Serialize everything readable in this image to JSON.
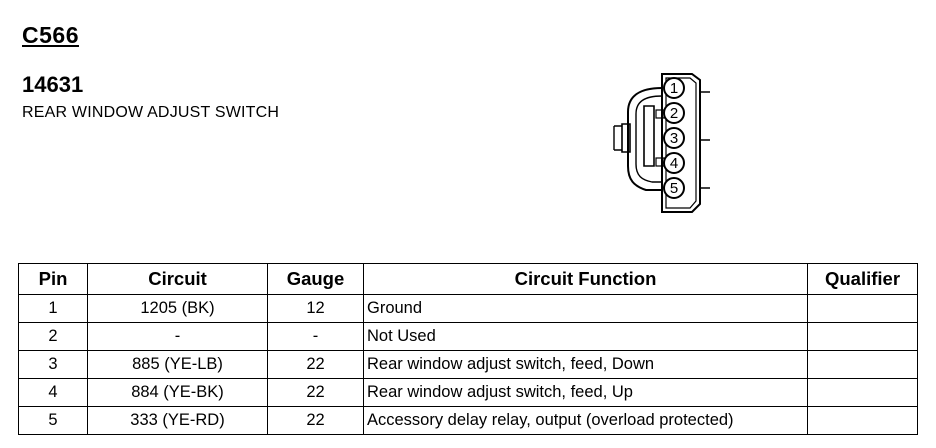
{
  "header": {
    "connector_id": "C566",
    "part_number": "14631",
    "description": "REAR WINDOW ADJUST SWITCH"
  },
  "connector": {
    "pins": [
      "1",
      "2",
      "3",
      "4",
      "5"
    ]
  },
  "table": {
    "columns": [
      "Pin",
      "Circuit",
      "Gauge",
      "Circuit Function",
      "Qualifier"
    ],
    "rows": [
      {
        "pin": "1",
        "circuit": "1205 (BK)",
        "gauge": "12",
        "function": "Ground",
        "qualifier": ""
      },
      {
        "pin": "2",
        "circuit": "-",
        "gauge": "-",
        "function": "Not Used",
        "qualifier": ""
      },
      {
        "pin": "3",
        "circuit": "885 (YE-LB)",
        "gauge": "22",
        "function": "Rear window adjust switch, feed, Down",
        "qualifier": ""
      },
      {
        "pin": "4",
        "circuit": "884 (YE-BK)",
        "gauge": "22",
        "function": "Rear window adjust switch, feed, Up",
        "qualifier": ""
      },
      {
        "pin": "5",
        "circuit": "333 (YE-RD)",
        "gauge": "22",
        "function": "Accessory delay relay, output (overload protected)",
        "qualifier": ""
      }
    ]
  }
}
